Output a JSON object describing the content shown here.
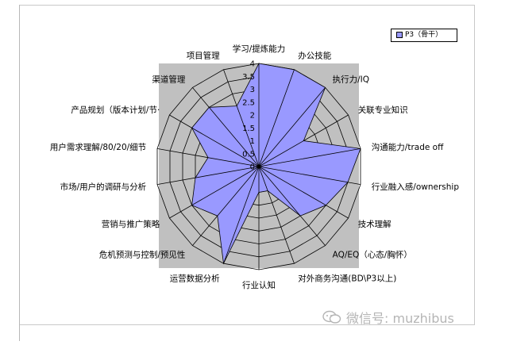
{
  "chart_data": {
    "type": "radar",
    "categories": [
      "学习/提炼能力",
      "办公技能",
      "执行力/IQ",
      "关联专业知识",
      "沟通能力/trade off",
      "行业融入感/ownership",
      "技术理解",
      "AQ/EQ（心态/胸怀）",
      "对外商务沟通(BD\\P3以上)",
      "行业认知",
      "运营数据分析",
      "危机预测与控制/预见性",
      "营销与推广策略",
      "市场/用户的调研与分析",
      "用户需求理解/80/20/细节",
      "产品规划（版本计划/节·",
      "渠道管理",
      "项目管理"
    ],
    "series": [
      {
        "name": "P3（骨干）",
        "values": [
          4,
          4,
          4,
          2,
          4,
          3.5,
          3,
          2.5,
          1,
          1,
          4,
          2.5,
          3,
          2.5,
          2,
          3,
          3,
          2.5
        ]
      }
    ],
    "rlim": [
      0,
      4
    ],
    "ticks": [
      "0",
      "0.5",
      "1",
      "1.5",
      "2",
      "2.5",
      "3",
      "3.5",
      "4"
    ],
    "legend": "top-right",
    "colors": {
      "fill": "#9999ff",
      "plot_bg": "#c0c0c0",
      "grid": "#000000"
    }
  },
  "watermark": {
    "text": "微信号: muzhibus",
    "icon": "wechat-icon"
  }
}
